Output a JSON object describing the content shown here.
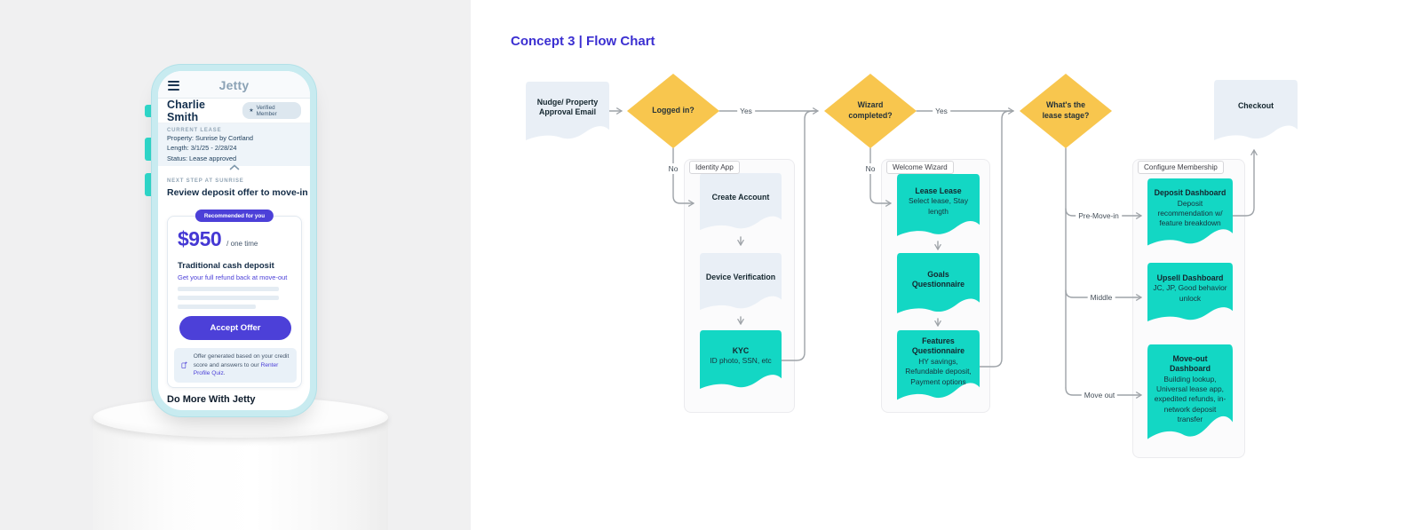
{
  "left_panel": {
    "phone": {
      "nav": {
        "logo": "Jetty",
        "menu_icon": "hamburger"
      },
      "profile": {
        "name": "Charlie Smith",
        "badge_icon": "★",
        "badge_label": "Verified Member"
      },
      "current_lease": {
        "label": "CURRENT LEASE",
        "lines": [
          "Property: Sunrise by Cortland",
          "Length: 3/1/25 - 2/28/24",
          "Status: Lease approved"
        ],
        "collapse_icon": "chevron-up"
      },
      "next_step_label": "NEXT STEP AT SUNRISE",
      "next_step_title": "Review deposit offer to move-in",
      "offer_card": {
        "ribbon": "Recommended for you",
        "price": "$950",
        "price_suffix": "/ one time",
        "name": "Traditional cash deposit",
        "subtitle": "Get your full refund back at move-out",
        "cta": "Accept Offer",
        "note_icon": "document-sparkle",
        "note_prefix": "Offer generated based on your credit score and answers to our ",
        "note_link": "Renter Profile Quiz",
        "note_suffix": "."
      },
      "footer_heading": "Do More With Jetty"
    }
  },
  "flowchart": {
    "title": "Concept 3 | Flow Chart",
    "start_node": {
      "title": "Nudge/ Property Approval Email"
    },
    "decisions": {
      "logged_in": "Logged in?",
      "wizard_completed": "Wizard completed?",
      "lease_stage": "What's the lease stage?"
    },
    "edge_labels": {
      "yes1": "Yes",
      "no1": "No",
      "yes2": "Yes",
      "no2": "No",
      "pre_move_in": "Pre-Move-in",
      "middle": "Middle",
      "move_out": "Move out"
    },
    "identity_app": {
      "label": "Identity App",
      "steps": [
        {
          "title": "Create Account",
          "body": ""
        },
        {
          "title": "Device Verification",
          "body": ""
        },
        {
          "title": "KYC",
          "body": "ID photo, SSN, etc"
        }
      ]
    },
    "welcome_wizard": {
      "label": "Welcome Wizard",
      "steps": [
        {
          "title": "Lease Lease",
          "body": "Select lease, Stay length"
        },
        {
          "title": "Goals Questionnaire",
          "body": ""
        },
        {
          "title": "Features Questionnaire",
          "body": "HY savings, Refundable deposit, Payment options"
        }
      ]
    },
    "configure_membership": {
      "label": "Configure Membership",
      "steps": [
        {
          "title": "Deposit Dashboard",
          "body": "Deposit recommendation w/ feature breakdown"
        },
        {
          "title": "Upsell Dashboard",
          "body": "JC, JP, Good behavior unlock"
        },
        {
          "title": "Move-out Dashboard",
          "body": "Building lookup, Universal lease app, expedited refunds, in-network deposit transfer"
        }
      ]
    },
    "end_node": {
      "title": "Checkout"
    },
    "colors": {
      "accent": "#3b2fd1",
      "teal": "#13d7c4",
      "yellow": "#f8c64e",
      "light_node": "#e9eff6",
      "line": "#9ea3a8"
    }
  }
}
